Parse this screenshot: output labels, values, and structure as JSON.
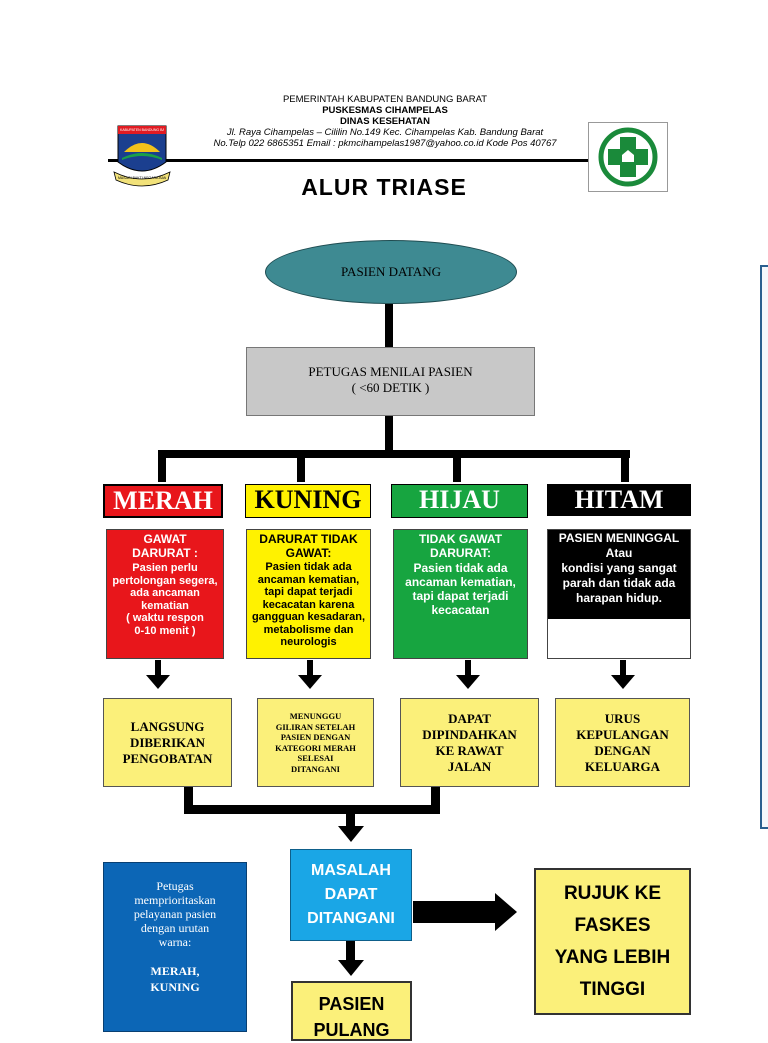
{
  "header": {
    "line1": "PEMERINTAH KABUPATEN BANDUNG BARAT",
    "line2": "PUSKESMAS CIHAMPELAS",
    "line3": "DINAS KESEHATAN",
    "address": "Jl. Raya Cihampelas – Cililin No.149 Kec. Cihampelas Kab. Bandung Barat",
    "contact": "No.Telp 022 6865351 Email : pkmcihampelas1987@yahoo.co.id Kode Pos 40767",
    "logo_left_top": "KABUPATEN BANDUNG BARAT",
    "logo_left_ribbon": "MASAGI BAKTI NEGARA BANDAR"
  },
  "title": "ALUR TRIASE",
  "start": "PASIEN DATANG",
  "assess": {
    "line1": "PETUGAS MENILAI PASIEN",
    "line2": "( <60 DETIK )"
  },
  "categories": [
    {
      "name": "MERAH",
      "color": "#e8161b",
      "head": "GAWAT\nDARURAT :",
      "body": "Pasien perlu\npertolongan segera,\nada ancaman\nkematian\n( waktu respon\n0-10 menit )",
      "action": "LANGSUNG\nDIBERIKAN\nPENGOBATAN"
    },
    {
      "name": "KUNING",
      "color": "#fff200",
      "head": "DARURAT TIDAK\nGAWAT:",
      "body": "Pasien tidak ada\nancaman kematian,\ntapi dapat terjadi\nkecacatan karena\ngangguan kesadaran,\nmetabolisme dan\nneurologis",
      "action": "MENUNGGU\nGILIRAN SETELAH\nPASIEN DENGAN\nKATEGORI MERAH\nSELESAI\nDITANGANI"
    },
    {
      "name": "HIJAU",
      "color": "#17a540",
      "head": "TIDAK GAWAT\nDARURAT:",
      "body": "Pasien tidak ada\nancaman kematian,\ntapi dapat terjadi\nkecacatan",
      "action": "DAPAT\nDIPINDAHKAN\nKE RAWAT\nJALAN"
    },
    {
      "name": "HITAM",
      "color": "#000000",
      "head": "PASIEN MENINGGAL",
      "body": "Atau\nkondisi yang sangat\nparah dan tidak ada\nharapan hidup.",
      "action": "URUS\nKEPULANGAN\nDENGAN\nKELUARGA"
    }
  ],
  "handled": "MASALAH\nDAPAT\nDITANGANI",
  "referral": "RUJUK KE\nFASKES\nYANG LEBIH\nTINGGI",
  "home": "PASIEN\nPULANG",
  "note": {
    "text": "Petugas\nmemprioritaskan\npelayanan pasien\ndengan urutan\nwarna:",
    "order": "MERAH,\nKUNING"
  },
  "colors": {
    "ellipse": "#3e8a92",
    "assess_box": "#c8c8c8",
    "action_box": "#fbf07a",
    "handled_box": "#1aa6e6",
    "note_box": "#0c66b6",
    "side_panel_border": "#2a5f8f"
  }
}
